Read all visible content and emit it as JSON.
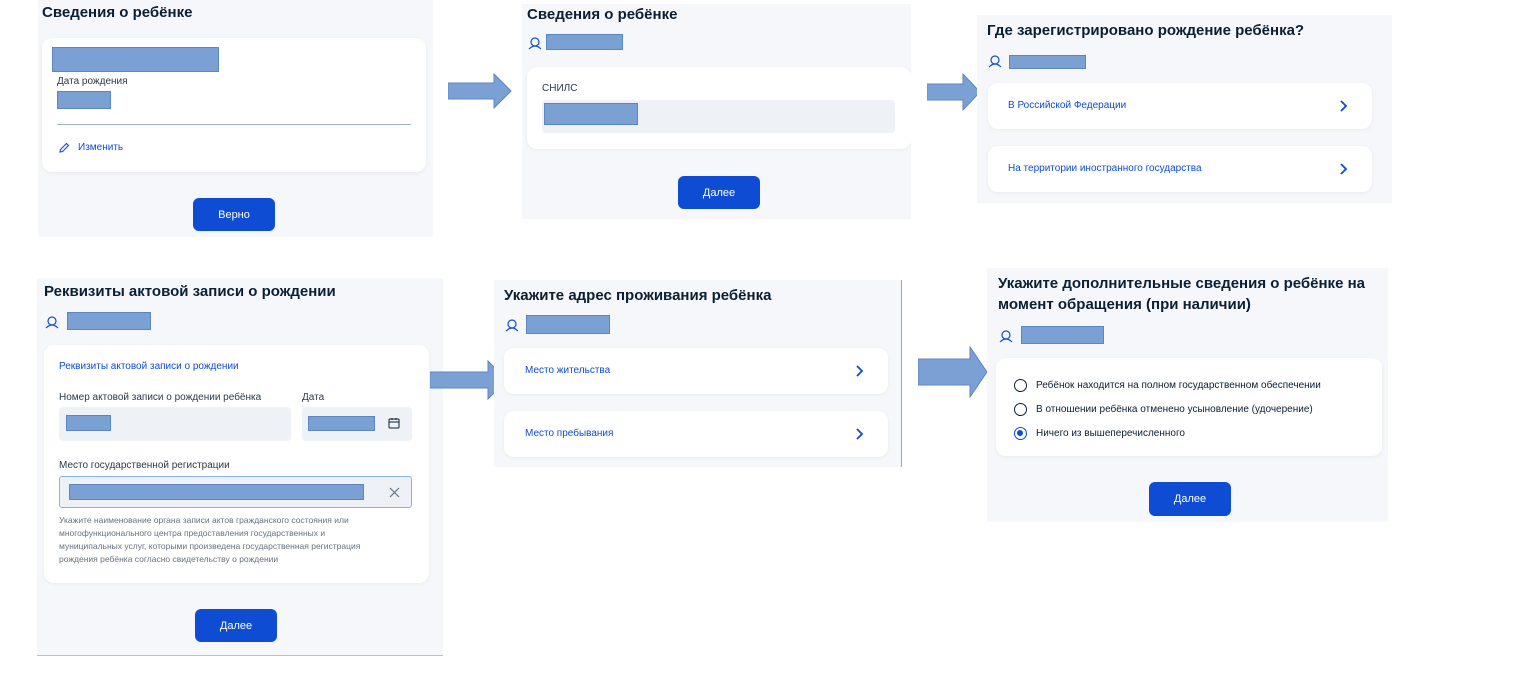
{
  "screen1": {
    "title": "Сведения о ребёнке",
    "birth_label": "Дата рождения",
    "edit_link": "Изменить",
    "button": "Верно"
  },
  "screen2": {
    "title": "Сведения о ребёнке",
    "snils_label": "СНИЛС",
    "button": "Далее"
  },
  "screen3": {
    "title": "Где зарегистрировано рождение ребёнка?",
    "options": [
      "В Российской Федерации",
      "На территории иностранного государства"
    ]
  },
  "screen4": {
    "title": "Реквизиты актовой записи о рождении",
    "card_heading": "Реквизиты актовой записи о рождении",
    "record_number_label": "Номер актовой записи о рождении ребёнка",
    "date_label": "Дата",
    "place_label": "Место государственной регистрации",
    "hint_lines": [
      "Укажите наименование органа записи актов гражданского состояния или",
      "многофункционального центра предоставления государственных и",
      "муниципальных услуг, которыми произведена государственная регистрация",
      "рождения ребёнка согласно свидетельству о рождении"
    ],
    "button": "Далее"
  },
  "screen5": {
    "title": "Укажите адрес проживания ребёнка",
    "options": [
      "Место жительства",
      "Место пребывания"
    ]
  },
  "screen6": {
    "title_line1": "Укажите дополнительные сведения о ребёнке на",
    "title_line2": "момент обращения (при наличии)",
    "radio_options": [
      "Ребёнок находится на полном государственном обеспечении",
      "В отношении ребёнка отменено усыновление (удочерение)",
      "Ничего из вышеперечисленного"
    ],
    "selected_index": 2,
    "button": "Далее"
  },
  "colors": {
    "accent": "#0d4cd3",
    "redaction": "#7ba0d4",
    "arrow": "#7ba0d4"
  }
}
